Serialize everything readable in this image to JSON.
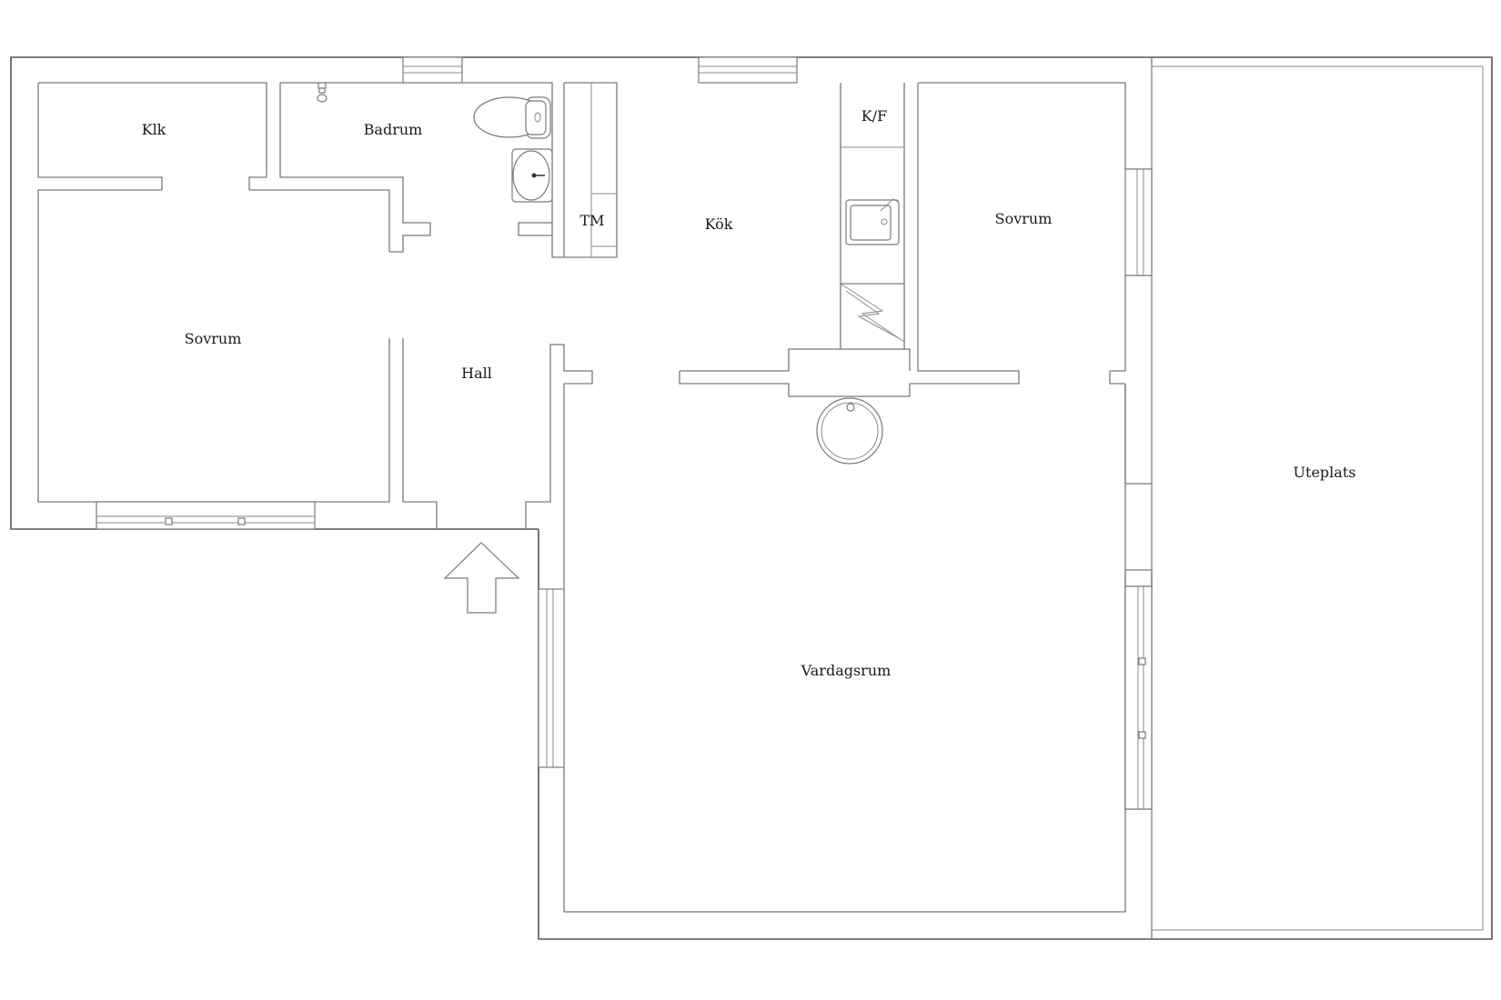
{
  "rooms": {
    "klk": "Klk",
    "badrum": "Badrum",
    "tm": "TM",
    "kok": "Kök",
    "kf": "K/F",
    "sovrum_right": "Sovrum",
    "sovrum_left": "Sovrum",
    "hall": "Hall",
    "vardagsrum": "Vardagsrum",
    "uteplats": "Uteplats"
  },
  "icons": {
    "entrance": "entrance-arrow-icon",
    "toilet": "toilet-icon",
    "sink": "washbasin-icon",
    "kitchen_sink": "kitchen-sink-icon",
    "stove": "stove-icon",
    "fireplace": "round-fireplace-icon",
    "shower": "shower-head-icon"
  }
}
